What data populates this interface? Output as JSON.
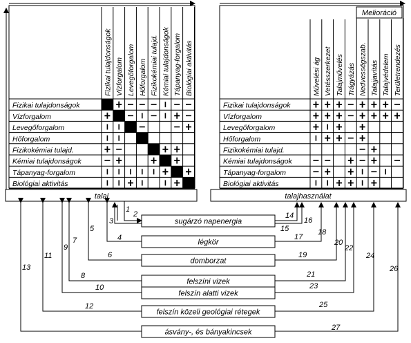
{
  "factors": [
    "Fizikai tulajdonságok",
    "Vízforgalom",
    "Levegőforgalom",
    "Hőforgalom",
    "Fizikokémiai tulajd.",
    "Kémiai tulajdonságok",
    "Tápanyag-forgalom",
    "Biológiai aktivitás"
  ],
  "left_columns": [
    "Fizikai tulajdonságok",
    "Vízforgalom",
    "Levegőforgalom",
    "Hőforgalom",
    "Fizikokémiai tulajd.",
    "Kémiai tulajdonságok",
    "Tápanyag-forgalom",
    "Biológiai aktivitás"
  ],
  "left_matrix": [
    [
      "X",
      "+",
      "-",
      "-",
      "-",
      "I",
      "-",
      "-"
    ],
    [
      "+",
      "X",
      "-",
      "I",
      "-",
      "I",
      "+",
      "-"
    ],
    [
      "I",
      "I",
      "X",
      "-",
      "",
      "",
      "-",
      "+"
    ],
    [
      "I",
      "I",
      "",
      "X",
      "",
      "",
      "",
      ""
    ],
    [
      "+",
      "-",
      "",
      "",
      "X",
      "+",
      "+",
      ""
    ],
    [
      "-",
      "+",
      "",
      "",
      "+",
      "X",
      "+",
      ""
    ],
    [
      "I",
      "I",
      "I",
      "I",
      "I",
      "+",
      "X",
      "+"
    ],
    [
      "I",
      "I",
      "+",
      "I",
      "",
      "I",
      "+",
      "X"
    ]
  ],
  "right_header": "Melioráció",
  "right_columns": [
    "Művelési ág",
    "Vetésszerkezet",
    "Talajművelés",
    "Trágyázás",
    "Nedvességszab.",
    "Talajjavítás",
    "Talajvédelem",
    "Területrendezés"
  ],
  "right_matrix": [
    [
      "+",
      "+",
      "+",
      "-",
      "+",
      "+",
      "+",
      "-"
    ],
    [
      "+",
      "+",
      "+",
      "-",
      "+",
      "+",
      "+",
      "+"
    ],
    [
      "+",
      "I",
      "+",
      "",
      "+",
      "",
      "",
      ""
    ],
    [
      "I",
      "+",
      "+",
      "-",
      "+",
      "",
      "",
      ""
    ],
    [
      "",
      "",
      "",
      "",
      "-",
      "+",
      "",
      ""
    ],
    [
      "-",
      "-",
      "",
      "+",
      "-",
      "+",
      "",
      "-"
    ],
    [
      "-",
      "+",
      "",
      "+",
      "I",
      "-",
      "I",
      ""
    ],
    [
      "I",
      "I",
      "+",
      "+",
      "I",
      "+",
      "",
      ""
    ]
  ],
  "soil_label": "talaj",
  "landuse_label": "talajhasználat",
  "env_factors": [
    "sugárzó napenergia",
    "légkör",
    "domborzat",
    "felszíni vizek",
    "felszín alatti vizek",
    "felszín közeli geológiai rétegek",
    "ásvány-, és bányakincsek"
  ],
  "link_numbers": [
    "1",
    "2",
    "3",
    "4",
    "5",
    "6",
    "7",
    "8",
    "9",
    "10",
    "11",
    "12",
    "13",
    "14",
    "15",
    "16",
    "17",
    "18",
    "19",
    "20",
    "21",
    "22",
    "23",
    "24",
    "25",
    "26",
    "27"
  ]
}
